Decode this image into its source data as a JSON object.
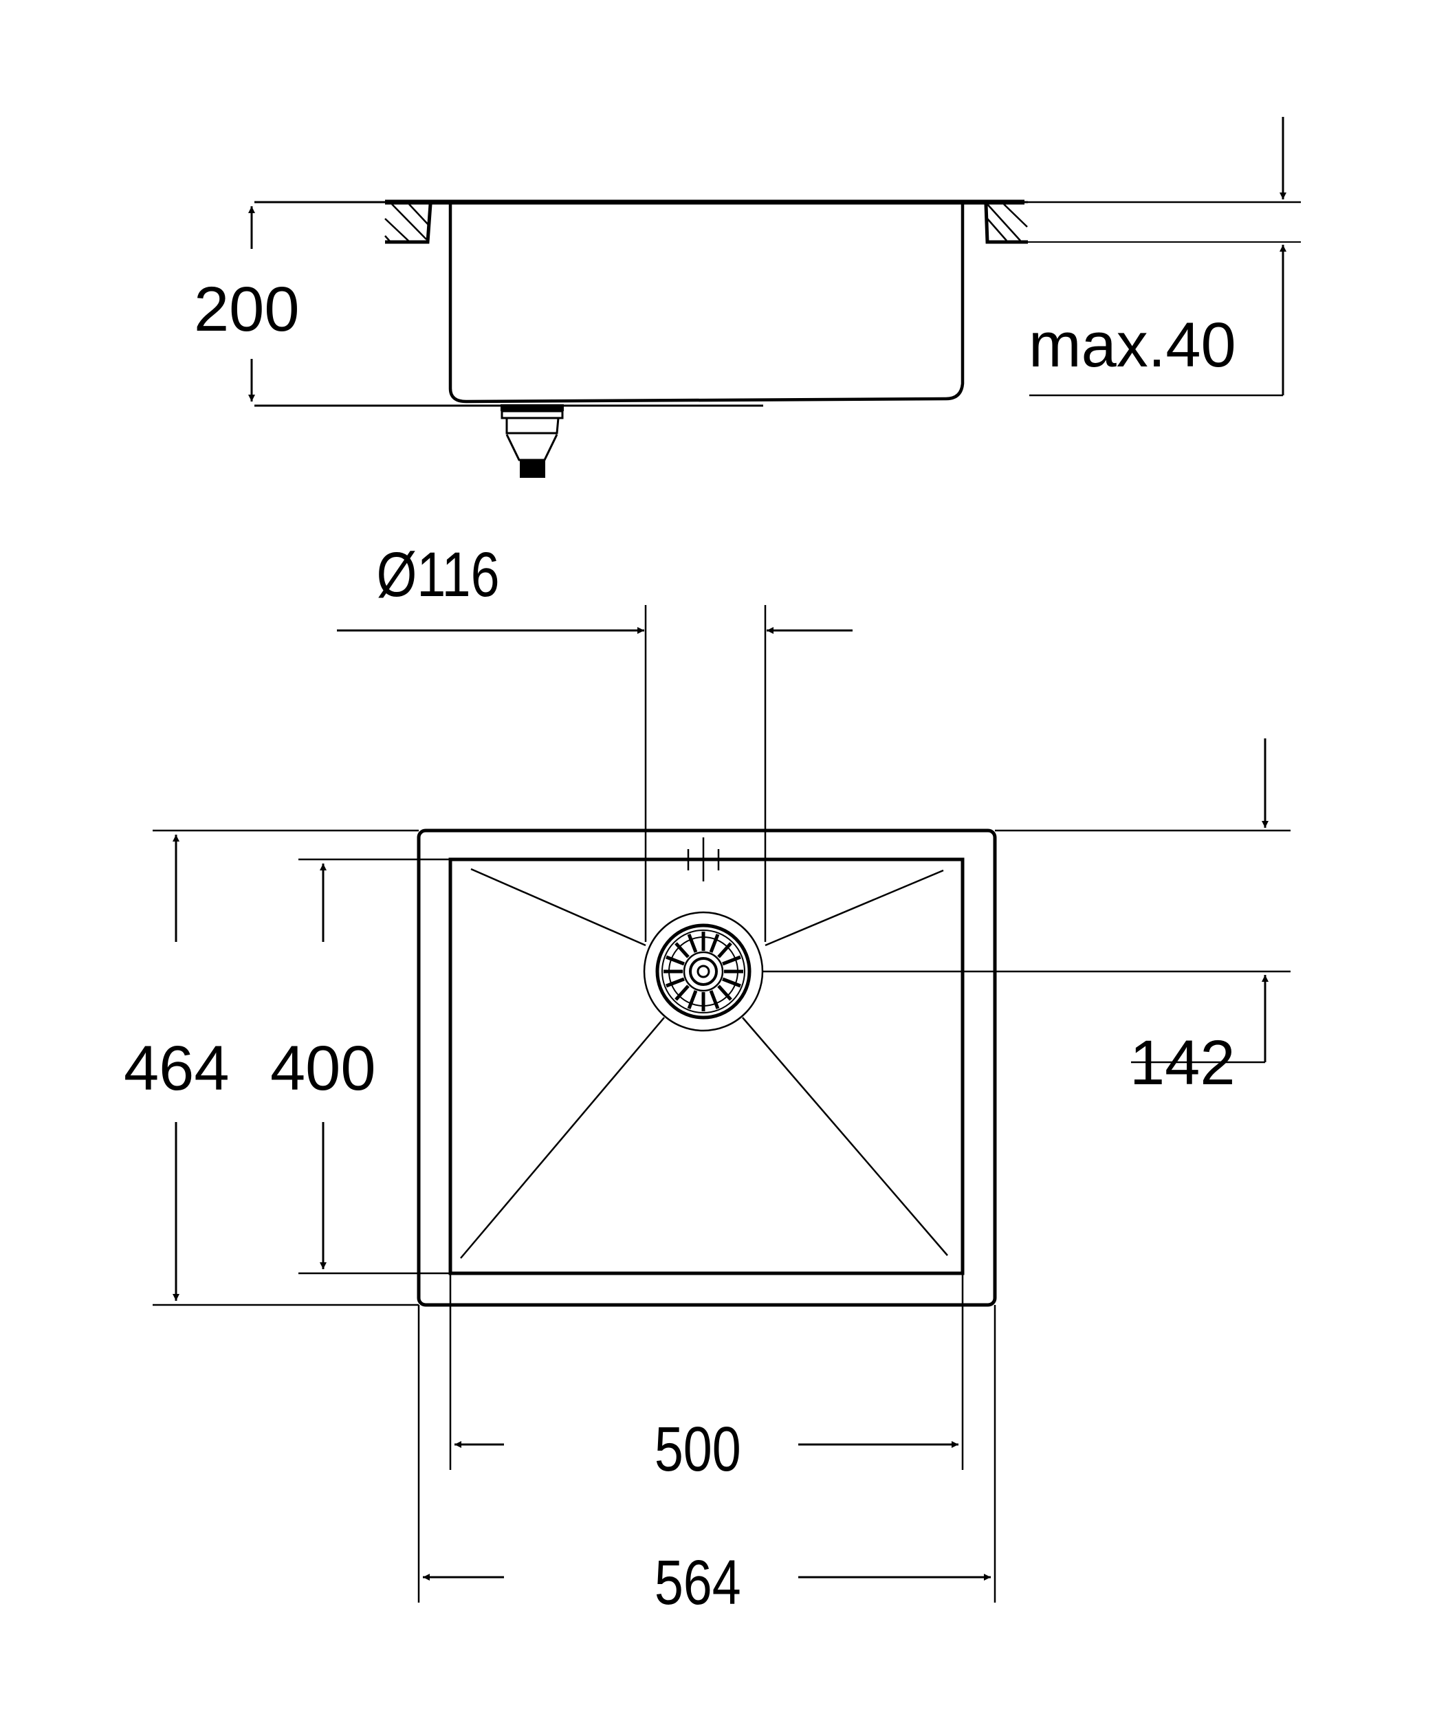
{
  "drawing": {
    "subject": "Undermount kitchen sink technical drawing",
    "units": "mm",
    "colors": {
      "line": "#000000",
      "background": "#ffffff"
    },
    "side_view": {
      "dimensions": {
        "depth": "200",
        "countertop_thickness": "max.40"
      }
    },
    "plan_view": {
      "dimensions": {
        "drain_diameter": "Ø116",
        "outer_depth": "464",
        "inner_depth": "400",
        "drain_offset": "142",
        "inner_width": "500",
        "outer_width": "564"
      }
    }
  }
}
